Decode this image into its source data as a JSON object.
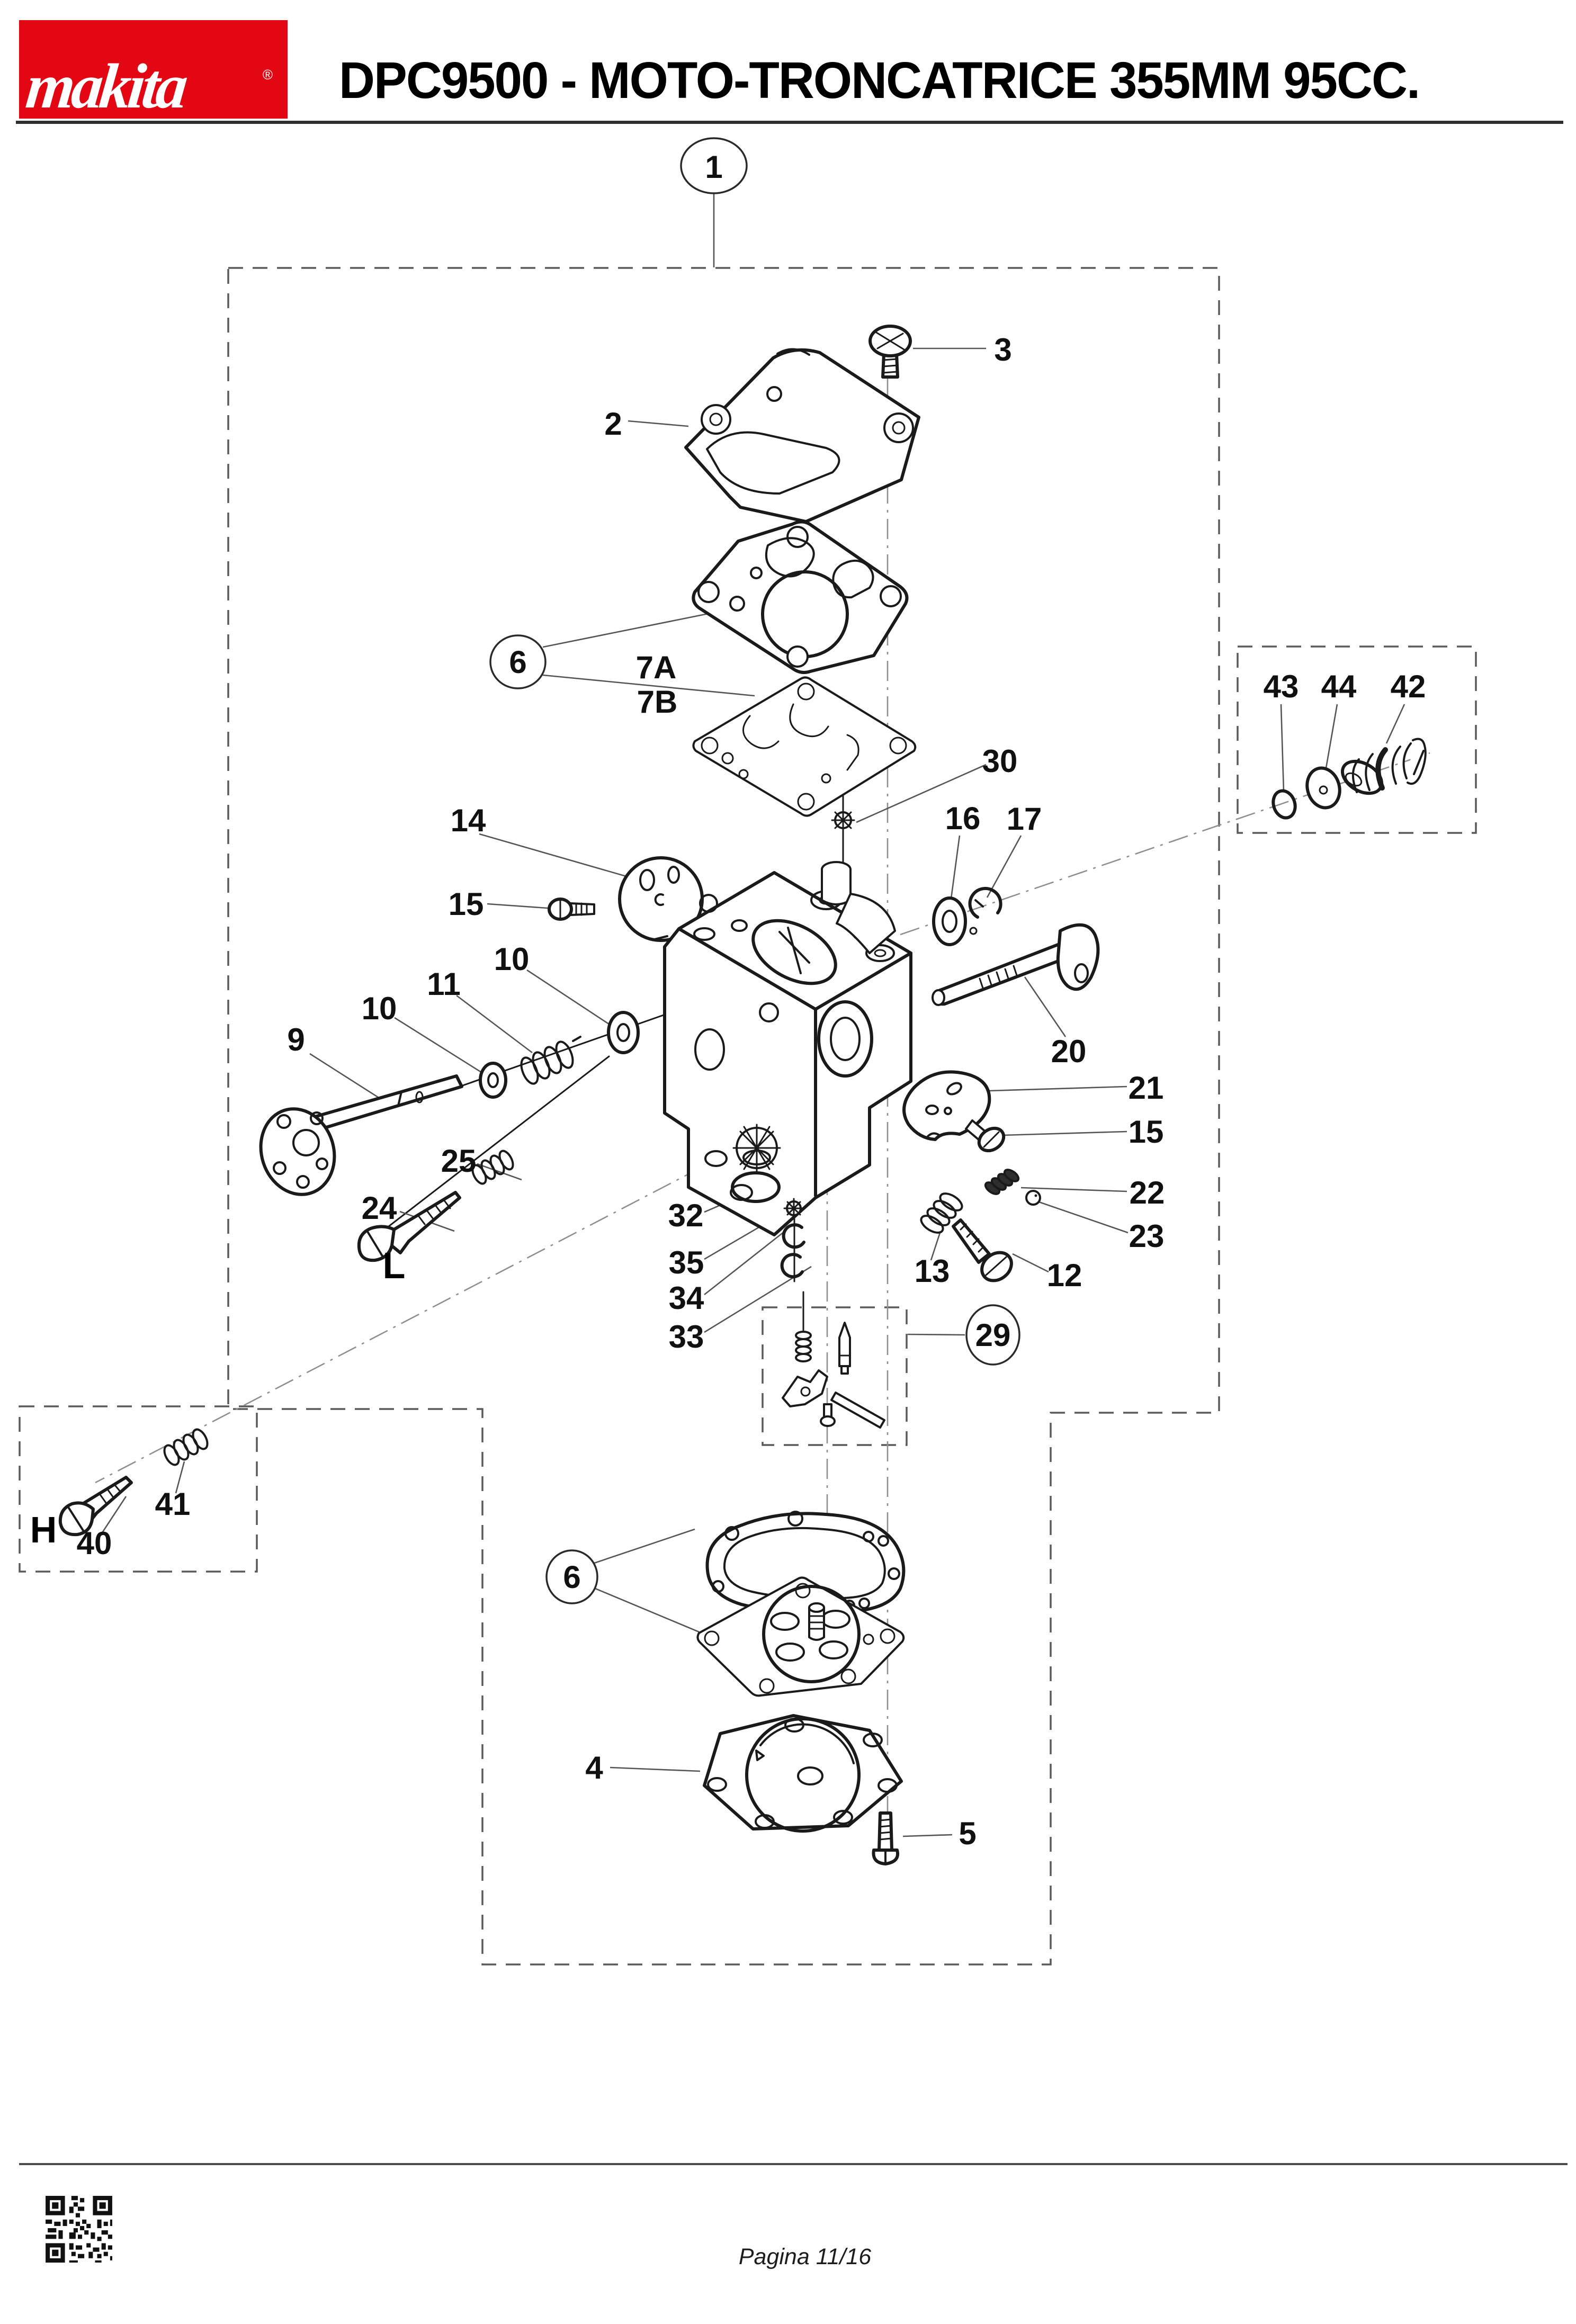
{
  "header": {
    "brand": "makita",
    "registered": "®",
    "title": "DPC9500 - MOTO-TRONCATRICE 355MM 95CC.",
    "brand_color": "#e30613"
  },
  "footer": {
    "page": "Pagina 11/16"
  },
  "diagram_title": "Carburetor exploded view",
  "labels": {
    "n1": "1",
    "n2": "2",
    "n3": "3",
    "n4": "4",
    "n5": "5",
    "n6top": "6",
    "n6bot": "6",
    "n7a": "7A",
    "n7b": "7B",
    "n9": "9",
    "n10a": "10",
    "n10b": "10",
    "n11": "11",
    "n12": "12",
    "n13": "13",
    "n14": "14",
    "n15a": "15",
    "n15b": "15",
    "n16": "16",
    "n17": "17",
    "n20": "20",
    "n21": "21",
    "n22": "22",
    "n23": "23",
    "n24": "24",
    "n25": "25",
    "n29": "29",
    "n30": "30",
    "n32": "32",
    "n33": "33",
    "n34": "34",
    "n35": "35",
    "n40": "40",
    "n41": "41",
    "n42": "42",
    "n43": "43",
    "n44": "44",
    "H": "H",
    "L": "L"
  }
}
